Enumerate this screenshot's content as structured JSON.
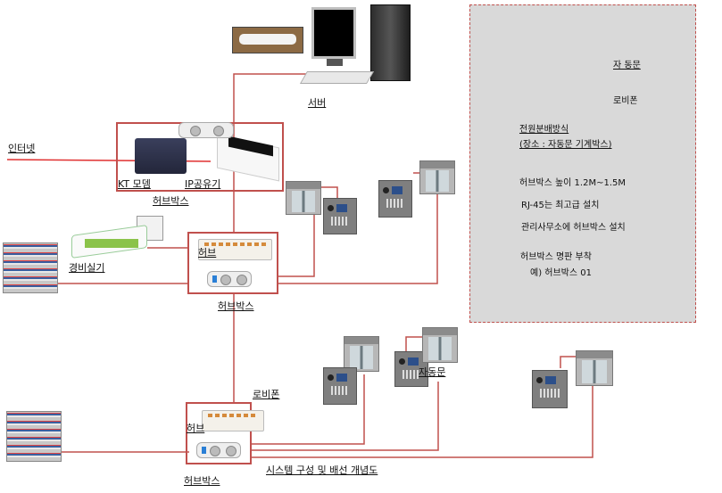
{
  "labels": {
    "internet": "인터넷",
    "kt_modem": "KT 모뎀",
    "ip_router": "IP공유기",
    "hub_box_top": "허브박스",
    "server": "서버",
    "hub_mid": "허브",
    "security_room": "경비실기",
    "hub_box_mid": "허브박스",
    "lobby_phone_bottom": "로비폰",
    "hub_bottom": "허브",
    "auto_door_bottom": "자동문",
    "system_diagram_title": "시스템 구성 및 배선 개념도",
    "hub_box_bottom": "허브박스"
  },
  "legend": {
    "auto_door": "자 동문",
    "lobby_phone": "로비폰",
    "power_method": "전원분배방식",
    "location": "(장소 : 자동문 기계박스)",
    "height": "허브박스 높이 1.2M~1.5M",
    "rj45": "RJ-45는 최고급 설치",
    "office": "관리사무소에 허브박스 설치",
    "nameplate": "허브박스 명판 부착",
    "example": "예) 허브박스 01"
  },
  "colors": {
    "wire": "#c0504d",
    "box_border": "#c0504d",
    "legend_bg": "#d9d9d9",
    "internet_line": "#e03030"
  }
}
